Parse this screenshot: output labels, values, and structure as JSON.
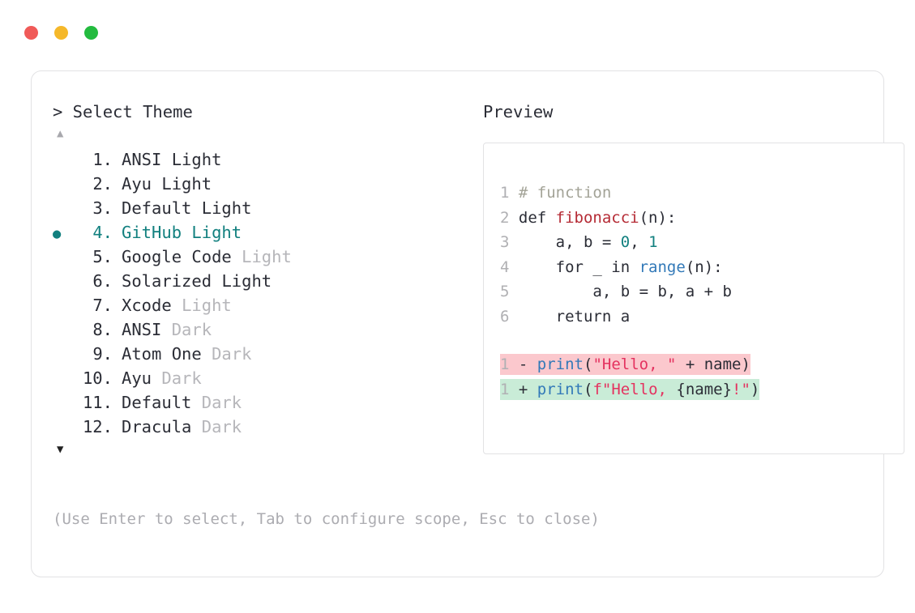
{
  "window": {
    "traffic_lights": [
      {
        "name": "close",
        "color": "#f05a58"
      },
      {
        "name": "minimize",
        "color": "#f5b82a"
      },
      {
        "name": "zoom",
        "color": "#23bb3f"
      }
    ]
  },
  "picker": {
    "prompt": "> Select Theme",
    "scroll_up_glyph": "▲",
    "scroll_down_glyph": "▼",
    "selected_index": 4,
    "selected_bullet": "●",
    "accent_color": "#12807f",
    "items": [
      {
        "number": "1.",
        "name": "ANSI",
        "variant": "Light",
        "variant_muted": false,
        "selected": false
      },
      {
        "number": "2.",
        "name": "Ayu",
        "variant": "Light",
        "variant_muted": false,
        "selected": false
      },
      {
        "number": "3.",
        "name": "Default",
        "variant": "Light",
        "variant_muted": false,
        "selected": false
      },
      {
        "number": "4.",
        "name": "GitHub",
        "variant": "Light",
        "variant_muted": false,
        "selected": true
      },
      {
        "number": "5.",
        "name": "Google Code",
        "variant": "Light",
        "variant_muted": true,
        "selected": false
      },
      {
        "number": "6.",
        "name": "Solarized",
        "variant": "Light",
        "variant_muted": false,
        "selected": false
      },
      {
        "number": "7.",
        "name": "Xcode",
        "variant": "Light",
        "variant_muted": true,
        "selected": false
      },
      {
        "number": "8.",
        "name": "ANSI",
        "variant": "Dark",
        "variant_muted": true,
        "selected": false
      },
      {
        "number": "9.",
        "name": "Atom One",
        "variant": "Dark",
        "variant_muted": true,
        "selected": false
      },
      {
        "number": "10.",
        "name": "Ayu",
        "variant": "Dark",
        "variant_muted": true,
        "selected": false
      },
      {
        "number": "11.",
        "name": "Default",
        "variant": "Dark",
        "variant_muted": true,
        "selected": false
      },
      {
        "number": "12.",
        "name": "Dracula",
        "variant": "Dark",
        "variant_muted": true,
        "selected": false
      }
    ]
  },
  "preview": {
    "label": "Preview",
    "code_lines": [
      {
        "ln": "1",
        "tokens": [
          {
            "t": "# function",
            "c": "comment"
          }
        ]
      },
      {
        "ln": "2",
        "tokens": [
          {
            "t": "def ",
            "c": "plain"
          },
          {
            "t": "fibonacci",
            "c": "fn"
          },
          {
            "t": "(n):",
            "c": "plain"
          }
        ]
      },
      {
        "ln": "3",
        "tokens": [
          {
            "t": "    a, b = ",
            "c": "plain"
          },
          {
            "t": "0",
            "c": "num"
          },
          {
            "t": ", ",
            "c": "plain"
          },
          {
            "t": "1",
            "c": "num"
          }
        ]
      },
      {
        "ln": "4",
        "tokens": [
          {
            "t": "    for _ in ",
            "c": "plain"
          },
          {
            "t": "range",
            "c": "builtin"
          },
          {
            "t": "(n):",
            "c": "plain"
          }
        ]
      },
      {
        "ln": "5",
        "tokens": [
          {
            "t": "        a, b = b, a + b",
            "c": "plain"
          }
        ]
      },
      {
        "ln": "6",
        "tokens": [
          {
            "t": "    return a",
            "c": "plain"
          }
        ]
      }
    ],
    "diff": [
      {
        "kind": "removed",
        "ln": "1",
        "marker": "-",
        "bg": "#fbc8cd",
        "tokens": [
          {
            "t": "print",
            "c": "builtin"
          },
          {
            "t": "(",
            "c": "plain"
          },
          {
            "t": "\"Hello, \"",
            "c": "str"
          },
          {
            "t": " + name)",
            "c": "plain"
          }
        ]
      },
      {
        "kind": "added",
        "ln": "1",
        "marker": "+",
        "bg": "#c9ecd7",
        "tokens": [
          {
            "t": "print",
            "c": "builtin"
          },
          {
            "t": "(",
            "c": "plain"
          },
          {
            "t": "f\"Hello, ",
            "c": "str"
          },
          {
            "t": "{name}",
            "c": "plain"
          },
          {
            "t": "!\"",
            "c": "str"
          },
          {
            "t": ")",
            "c": "plain"
          }
        ]
      }
    ]
  },
  "footer": {
    "hint": "(Use Enter to select, Tab to configure scope, Esc to close)"
  }
}
